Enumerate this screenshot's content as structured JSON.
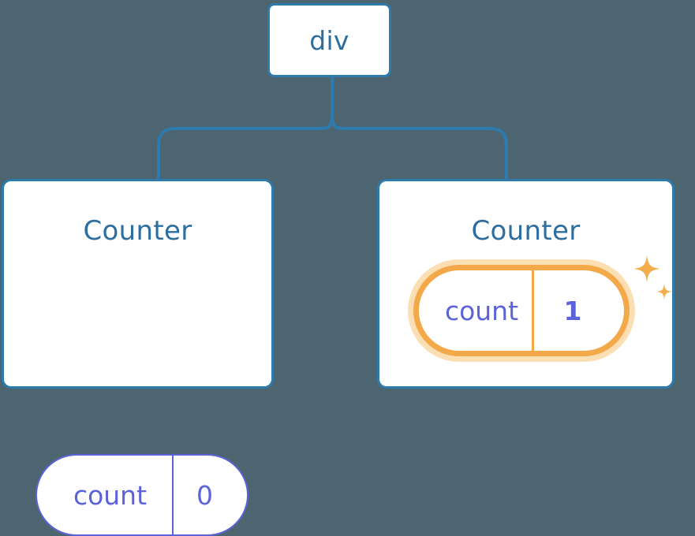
{
  "diagram": {
    "type": "component-tree",
    "title": "React component tree with highlighted state update",
    "background_color": "#4c6571",
    "node_border_color": "#2e7aad",
    "node_title_color": "#2e6e9e",
    "state_color": "#5c63d8",
    "highlight_color": "#f3a94a",
    "highlight_glow_color": "#fbdfb2"
  },
  "root": {
    "label": "div"
  },
  "children": [
    {
      "label": "Counter",
      "state": {
        "key": "count",
        "value": "0"
      },
      "highlighted": false
    },
    {
      "label": "Counter",
      "state": {
        "key": "count",
        "value": "1"
      },
      "highlighted": true,
      "sparkle_icons": [
        "sparkle-large",
        "sparkle-small"
      ]
    }
  ]
}
